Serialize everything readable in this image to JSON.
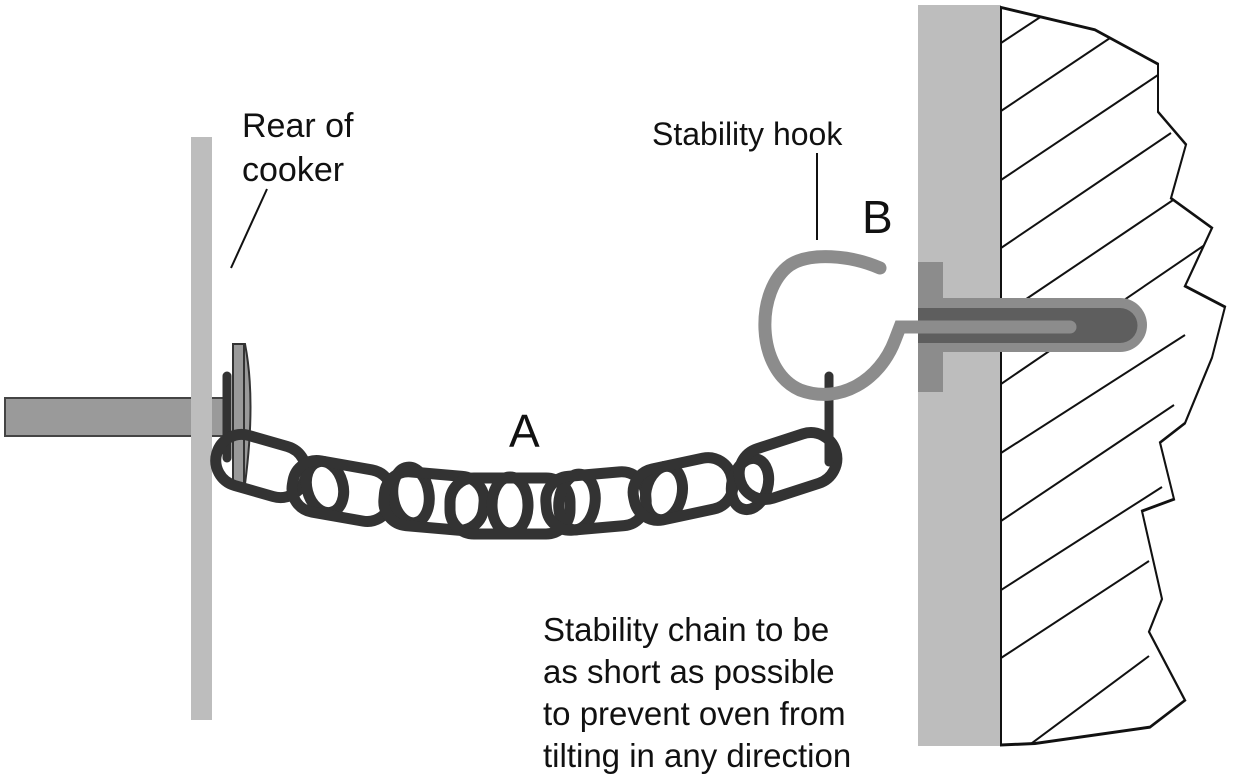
{
  "diagram": {
    "title": "Cooker stability chain installation",
    "labels": {
      "rear_of_cooker": [
        "Rear of",
        "cooker"
      ],
      "stability_hook": "Stability hook",
      "chain_marker": "A",
      "hook_marker": "B",
      "note": [
        "Stability chain to be",
        "as short as possible",
        "to prevent oven from",
        "tilting in any direction"
      ]
    },
    "components": {
      "cooker_panel": "rear panel of cooker",
      "bracket": "chain bracket with bolt",
      "chain": {
        "link_count": 8
      },
      "hook": "stability hook with wall plug",
      "wall": "wall with hatched masonry section"
    },
    "colors": {
      "panel": "#bdbdbd",
      "bolt": "#9a9a9a",
      "chain": "#333333",
      "hook": "#8c8c8c",
      "plug_dark": "#5e5e5e",
      "wall": "#bdbdbd",
      "hatch": "#111111"
    }
  }
}
